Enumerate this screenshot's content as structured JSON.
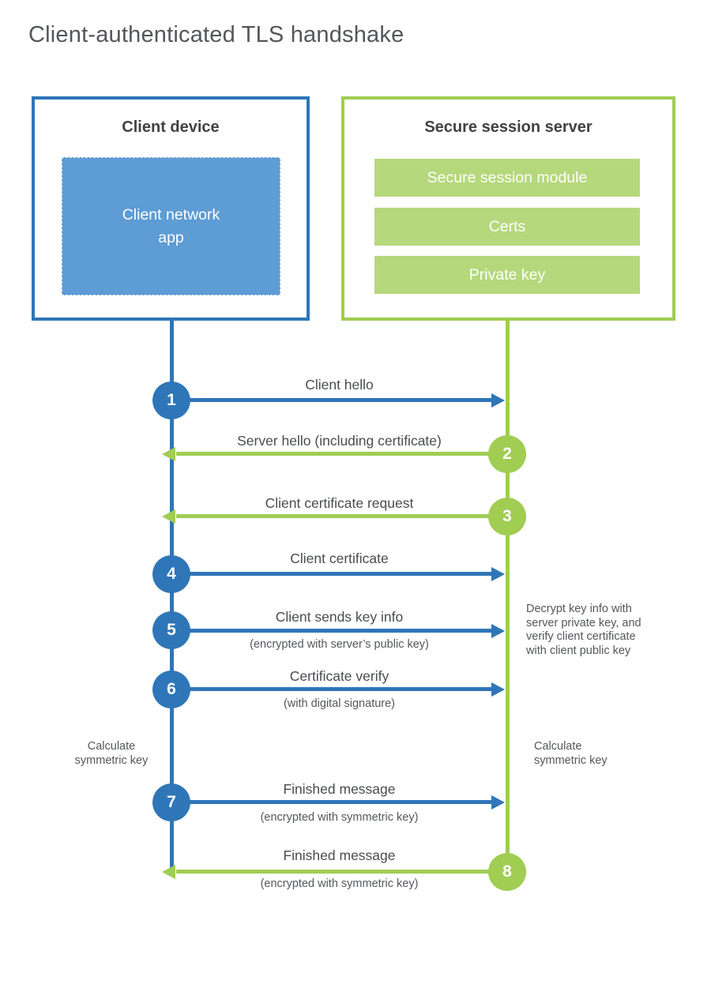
{
  "title": "Client-authenticated TLS handshake",
  "colors": {
    "blue": "#2f76b8",
    "blue_fill": "#5d9cd4",
    "green": "#a0cd52",
    "green_fill": "#b5d87c",
    "heading_text": "#414246",
    "label_text": "#4a4c50",
    "note_text": "#55575b"
  },
  "client": {
    "title": "Client device",
    "app_label": "Client network\napp"
  },
  "server": {
    "title": "Secure session server",
    "modules": [
      "Secure session module",
      "Certs",
      "Private key"
    ]
  },
  "steps": [
    {
      "num": "1",
      "from": "client",
      "direction": "right",
      "label": "Client hello",
      "sub": ""
    },
    {
      "num": "2",
      "from": "server",
      "direction": "left",
      "label": "Server hello (including certificate)",
      "sub": ""
    },
    {
      "num": "3",
      "from": "server",
      "direction": "left",
      "label": "Client certificate request",
      "sub": ""
    },
    {
      "num": "4",
      "from": "client",
      "direction": "right",
      "label": "Client certificate",
      "sub": ""
    },
    {
      "num": "5",
      "from": "client",
      "direction": "right",
      "label": "Client sends key info",
      "sub": "(encrypted with server’s public key)"
    },
    {
      "num": "6",
      "from": "client",
      "direction": "right",
      "label": "Certificate verify",
      "sub": "(with digital signature)"
    },
    {
      "num": "7",
      "from": "client",
      "direction": "right",
      "label": "Finished message",
      "sub": "(encrypted with symmetric key)"
    },
    {
      "num": "8",
      "from": "server",
      "direction": "left",
      "label": "Finished message",
      "sub": "(encrypted with symmetric key)"
    }
  ],
  "annotations": {
    "decrypt_note": "Decrypt key info with\nserver private key, and\nverify client certificate\nwith client public key",
    "calc_left": "Calculate\nsymmetric key",
    "calc_right": "Calculate\nsymmetric key"
  }
}
